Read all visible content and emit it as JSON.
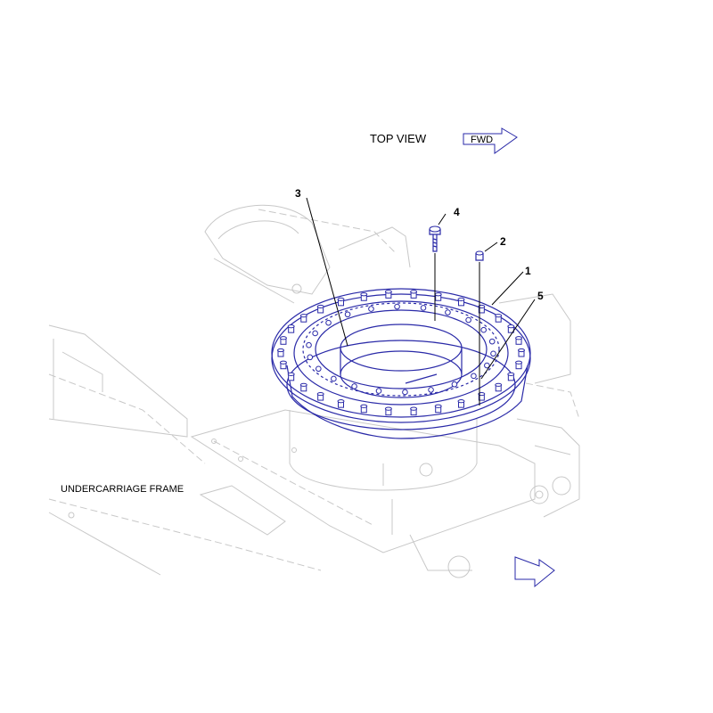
{
  "diagram": {
    "view_label": "TOP VIEW",
    "fwd_label": "FWD",
    "frame_label": "UNDERCARRIAGE FRAME",
    "callouts": [
      "1",
      "2",
      "3",
      "4",
      "5"
    ],
    "colors": {
      "part_lines": "#2a2aa8",
      "frame_lines": "#c8c8c8",
      "leaders": "#000000"
    }
  }
}
